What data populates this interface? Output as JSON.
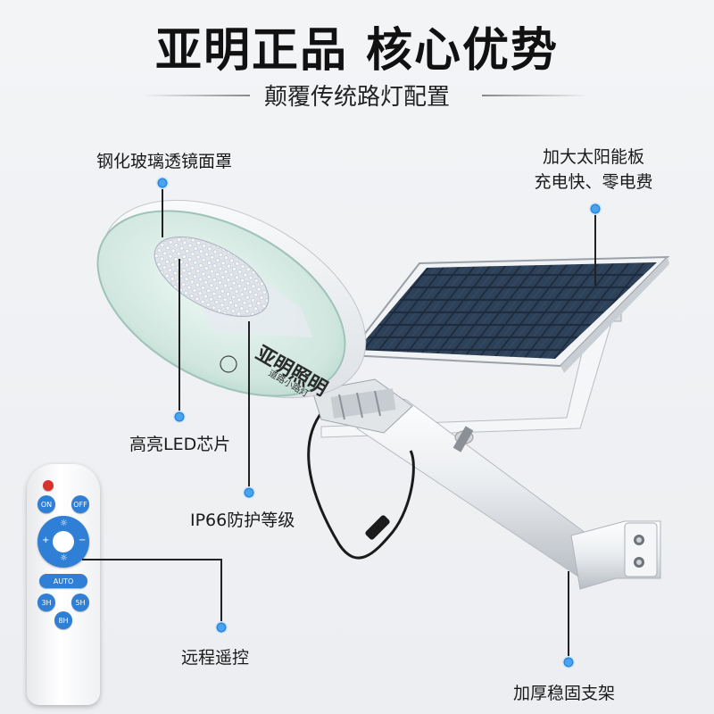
{
  "header": {
    "title": "亚明正品 核心优势",
    "subtitle": "颠覆传统路灯配置"
  },
  "features": {
    "glass_cover": "钢化玻璃透镜面罩",
    "solar_panel_line1": "加大太阳能板",
    "solar_panel_line2": "充电快、零电费",
    "led_chip": "高亮LED芯片",
    "ip_rating": "IP66防护等级",
    "remote": "远程遥控",
    "bracket": "加厚稳固支架"
  },
  "lamp": {
    "brand_text": "亚明照明",
    "model_text": "道路小路灯"
  },
  "remote_buttons": {
    "on": "ON",
    "off": "OFF",
    "plus": "+",
    "minus": "−",
    "auto": "AUTO",
    "t3": "3H",
    "t5": "5H",
    "t8": "8H"
  },
  "colors": {
    "accent_dot": "#2b86d8",
    "remote_button": "#2f7fd6",
    "power_button": "#d8322f"
  }
}
